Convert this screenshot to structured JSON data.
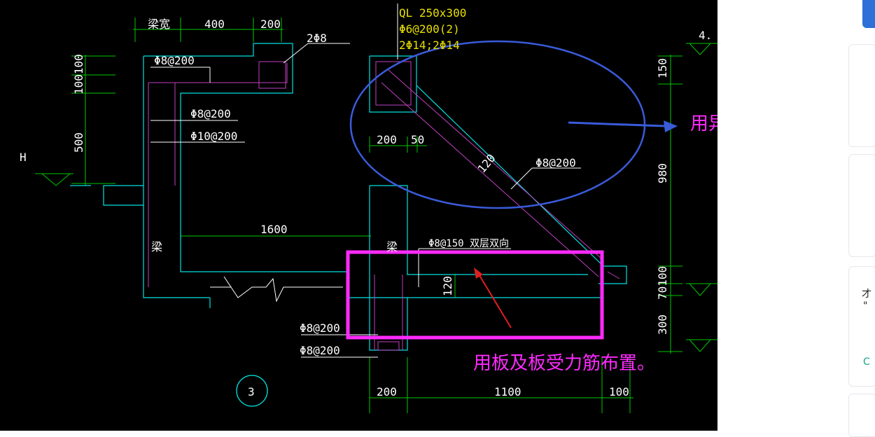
{
  "drawing": {
    "labels": {
      "beam_width": "梁宽",
      "dim_400": "400",
      "dim_200_top": "200",
      "rebar_2phi8": "2Φ8",
      "ql_title": "QL 250x300",
      "ql_stirrup": "Φ6@200(2)",
      "ql_bars": "2Φ14;2Φ14",
      "level_4": "4.",
      "rebar_phi8_200_a": "Φ8@200",
      "dim_100_100": "100100",
      "rebar_phi8_200_b": "Φ8@200",
      "rebar_phi10_200": "Φ10@200",
      "dim_500": "500",
      "h_mark": "H",
      "dim_150": "150",
      "dim_200_mid": "200",
      "dim_50": "50",
      "dim_120_diag": "120",
      "rebar_phi8_200_diag": "Φ8@200",
      "dim_980": "980",
      "dim_1600": "1600",
      "beam_label_left": "梁",
      "beam_label_right": "梁",
      "rebar_phi8_150": "Φ8@150 双层双向",
      "dim_120_slab": "120",
      "dim_70_100": "70100",
      "dim_300": "300",
      "rebar_phi8_200_c": "Φ8@200",
      "rebar_phi8_200_d": "Φ8@200",
      "section_no": "3",
      "dim_200_bottom": "200",
      "dim_1100": "1100",
      "dim_100_bottom": "100"
    },
    "annotations": {
      "eave_note": "用异形挑檐定义",
      "slab_note": "用板及板受力筋布置。"
    },
    "colors": {
      "background": "#000000",
      "outline": "#00e0e0",
      "rebar": "#c040c0",
      "dimension": "#00c800",
      "text": "#ffffff",
      "note_yellow": "#e8e000",
      "markup_magenta": "#ff2aff",
      "markup_blue": "#3a5bd9",
      "arrow_red": "#e02020"
    }
  },
  "sidebar": {
    "panels": [
      "",
      "",
      "",
      "",
      "",
      ""
    ],
    "glyph_1": "才",
    "glyph_2": "\"",
    "glyph_3": "C"
  }
}
